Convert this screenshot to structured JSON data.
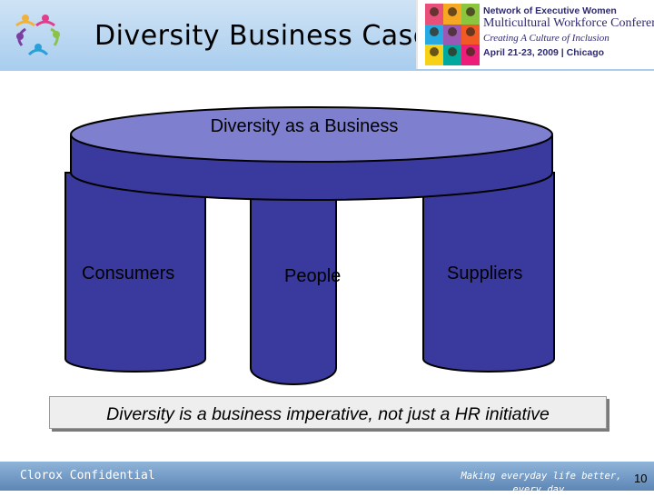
{
  "header": {
    "title": "Diversity Business Case",
    "conference": {
      "line1": "Network of Executive Women",
      "line2": "Multicultural Workforce Conference",
      "line3": "Creating A Culture of Inclusion",
      "line4": "April 21-23, 2009 | Chicago"
    }
  },
  "diagram": {
    "top_label": "Diversity as a Business",
    "pillars": [
      {
        "label": "Consumers"
      },
      {
        "label": "People"
      },
      {
        "label": "Suppliers"
      }
    ]
  },
  "banner": {
    "text": "Diversity is a business imperative, not just a HR initiative"
  },
  "footer": {
    "left": "Clorox Confidential",
    "right": "Making everyday life better, every day.",
    "page_number": "10"
  },
  "colors": {
    "cylinder_top": "#7f7fcf",
    "cylinder_body": "#3a3a9e",
    "cylinder_outline": "#000000",
    "header_bg": "#b8d6f1",
    "footer_bg": "#6f96c4"
  }
}
